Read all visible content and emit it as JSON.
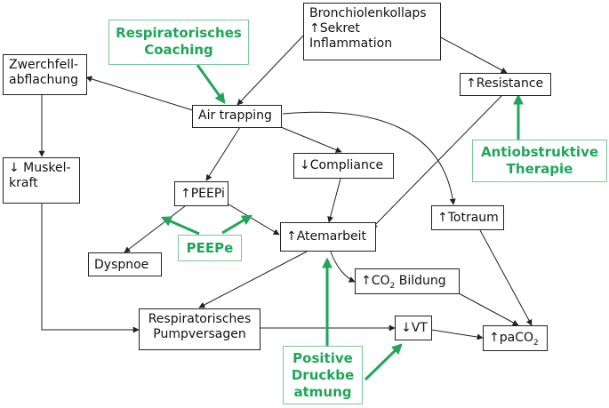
{
  "colors": {
    "black": "#222222",
    "green": "#1fa65a",
    "green_border": "#7cc49b"
  },
  "nodes": {
    "bronchiolen": [
      "Bronchiolenkollaps",
      "↑Sekret",
      "Inflammation"
    ],
    "zwerchfell": [
      "Zwerchfell-",
      "abflachung"
    ],
    "airtrapping": "Air trapping",
    "resistance": "↑Resistance",
    "muskelkraft": [
      "↓ Muskel-",
      "kraft"
    ],
    "compliance": "↓Compliance",
    "peepi": "↑PEEPi",
    "totraum": "↑Totraum",
    "atemarbeit": "↑Atemarbeit",
    "dyspnoe": "Dyspnoe",
    "co2": {
      "pre": "↑CO",
      "sub": "2",
      "post": " Bildung"
    },
    "pumpversagen": [
      "Respiratorisches",
      "Pumpversagen"
    ],
    "vt": "↓VT",
    "paco2": {
      "pre": "↑paCO",
      "sub": "2",
      "post": ""
    }
  },
  "interventions": {
    "coaching": [
      "Respiratorisches",
      "Coaching"
    ],
    "antiobstruktive": [
      "Antiobstruktive",
      "Therapie"
    ],
    "peepe": "PEEPe",
    "druckbeatmung": [
      "Positive",
      "Druckbe",
      "atmung"
    ]
  }
}
